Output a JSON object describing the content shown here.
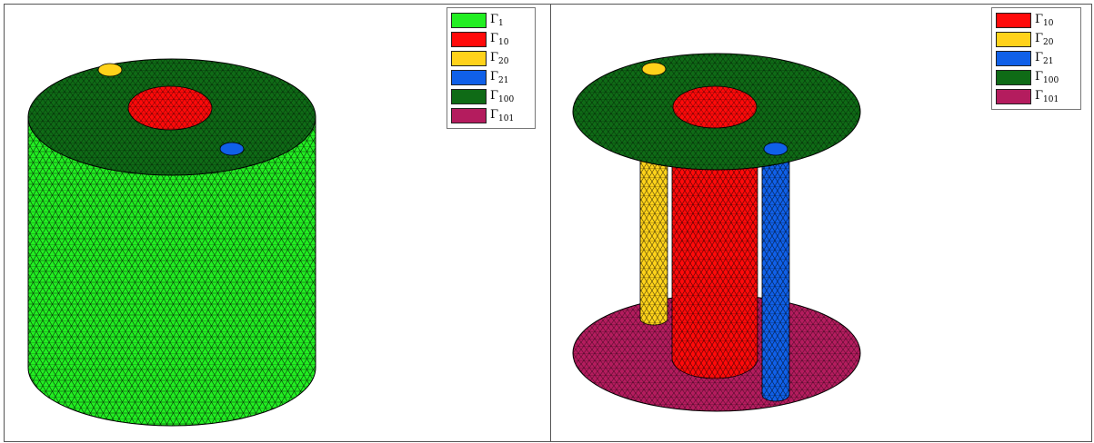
{
  "colors": {
    "gamma_1": "#22ee22",
    "gamma_10": "#ff0a0a",
    "gamma_20": "#ffd21a",
    "gamma_21": "#1060e8",
    "gamma_100": "#0f6b16",
    "gamma_101": "#b41c5e",
    "mesh_edge": "#000000"
  },
  "left_panel": {
    "legend": [
      {
        "symbol": "Γ",
        "index": "1",
        "color_key": "gamma_1"
      },
      {
        "symbol": "Γ",
        "index": "10",
        "color_key": "gamma_10"
      },
      {
        "symbol": "Γ",
        "index": "20",
        "color_key": "gamma_20"
      },
      {
        "symbol": "Γ",
        "index": "21",
        "color_key": "gamma_21"
      },
      {
        "symbol": "Γ",
        "index": "100",
        "color_key": "gamma_100"
      },
      {
        "symbol": "Γ",
        "index": "101",
        "color_key": "gamma_101"
      }
    ]
  },
  "right_panel": {
    "legend": [
      {
        "symbol": "Γ",
        "index": "10",
        "color_key": "gamma_10"
      },
      {
        "symbol": "Γ",
        "index": "20",
        "color_key": "gamma_20"
      },
      {
        "symbol": "Γ",
        "index": "21",
        "color_key": "gamma_21"
      },
      {
        "symbol": "Γ",
        "index": "100",
        "color_key": "gamma_100"
      },
      {
        "symbol": "Γ",
        "index": "101",
        "color_key": "gamma_101"
      }
    ]
  }
}
